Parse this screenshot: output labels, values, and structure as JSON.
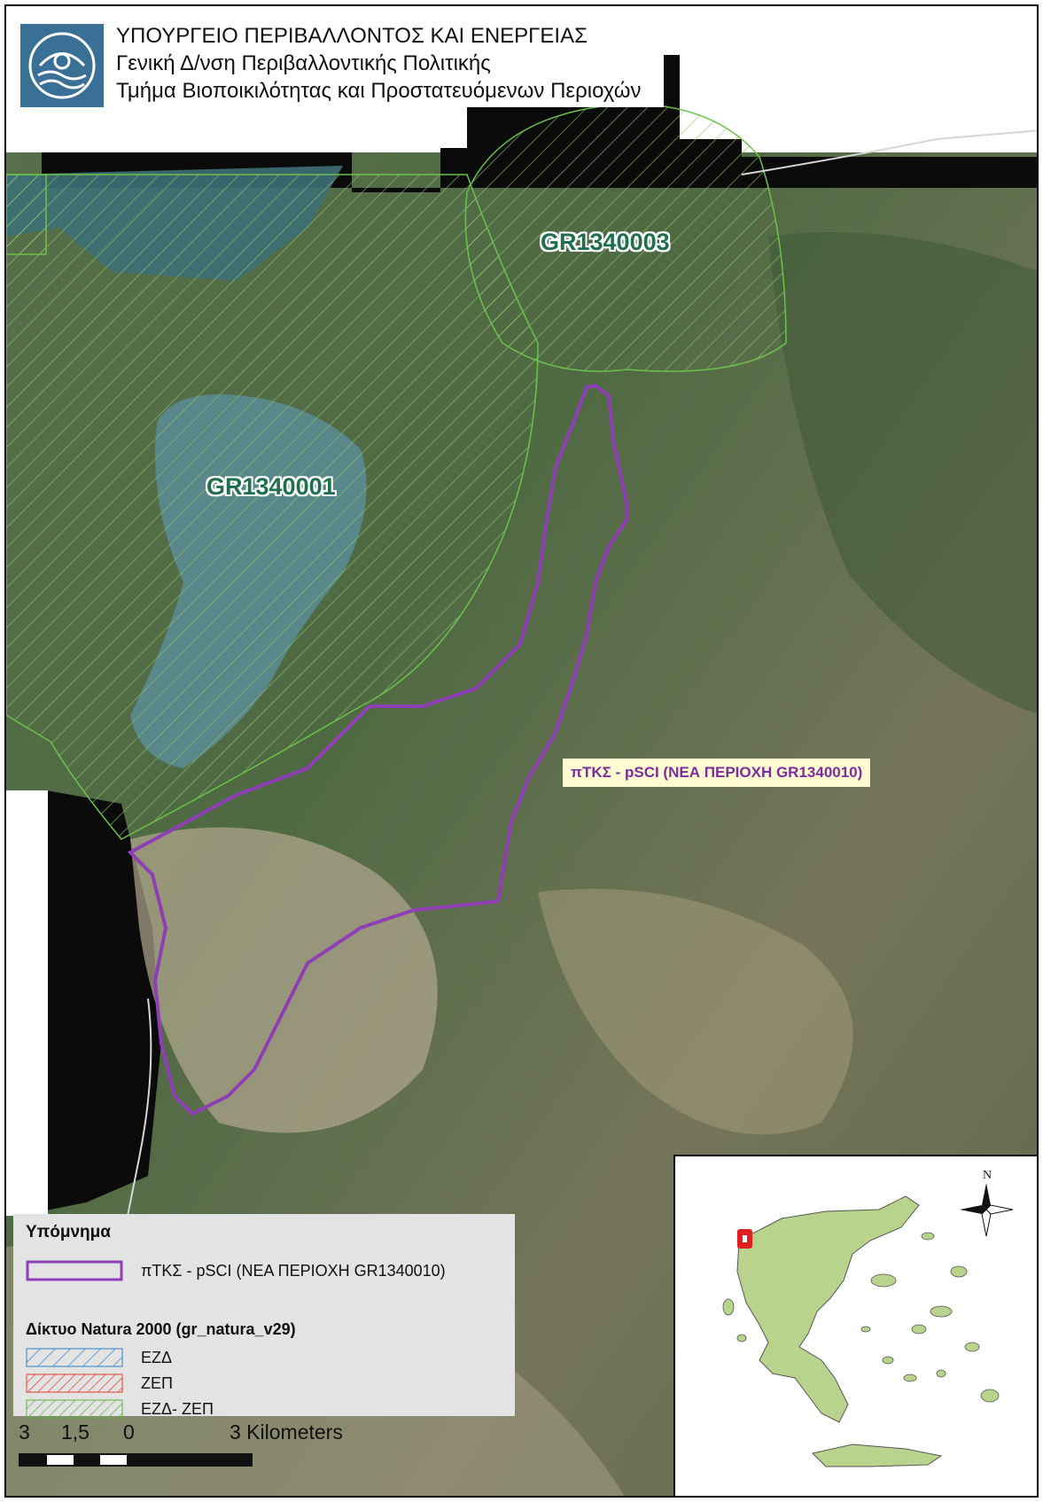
{
  "header": {
    "line1": "ΥΠΟΥΡΓΕΙΟ ΠΕΡΙΒΑΛΛΟΝΤΟΣ ΚΑΙ ΕΝΕΡΓΕΙΑΣ",
    "line2": "Γενική Δ/νση Περιβαλλοντικής Πολιτικής",
    "line3": "Τμήμα Βιοποικιλότητας και Προστατευόμενων Περιοχών",
    "logo_icon": "ministry-logo-icon"
  },
  "map": {
    "site_labels": [
      "GR1340003",
      "GR1340001"
    ],
    "psci_label": "πΤΚΣ - pSCI  (ΝΕΑ ΠΕΡΙΟΧΗ GR1340010)",
    "colors": {
      "psci_outline": "#8e3fb5",
      "natura_hatch": "#5fb043",
      "site_label_text": "#1f6f4f",
      "label_background": "#fffad0",
      "ezd_hatch": "#2d7fcf",
      "zep_hatch": "#e03c2e"
    }
  },
  "legend": {
    "title": "Υπόμνημα",
    "psci_item": "πΤΚΣ - pSCI  (ΝΕΑ ΠΕΡΙΟΧΗ GR1340010)",
    "group_title": "Δίκτυο Natura 2000 (gr_natura_v29)",
    "items": [
      "ΕΖΔ",
      "ΖΕΠ",
      "ΕΖΔ- ΖΕΠ"
    ]
  },
  "scale": {
    "labels": [
      "3",
      "1,5",
      "0",
      "3 Kilometers"
    ]
  },
  "inset": {
    "north_label": "N",
    "north_icon": "north-arrow-icon",
    "location_marker_color": "#e02020",
    "land_color": "#b7d38c"
  }
}
